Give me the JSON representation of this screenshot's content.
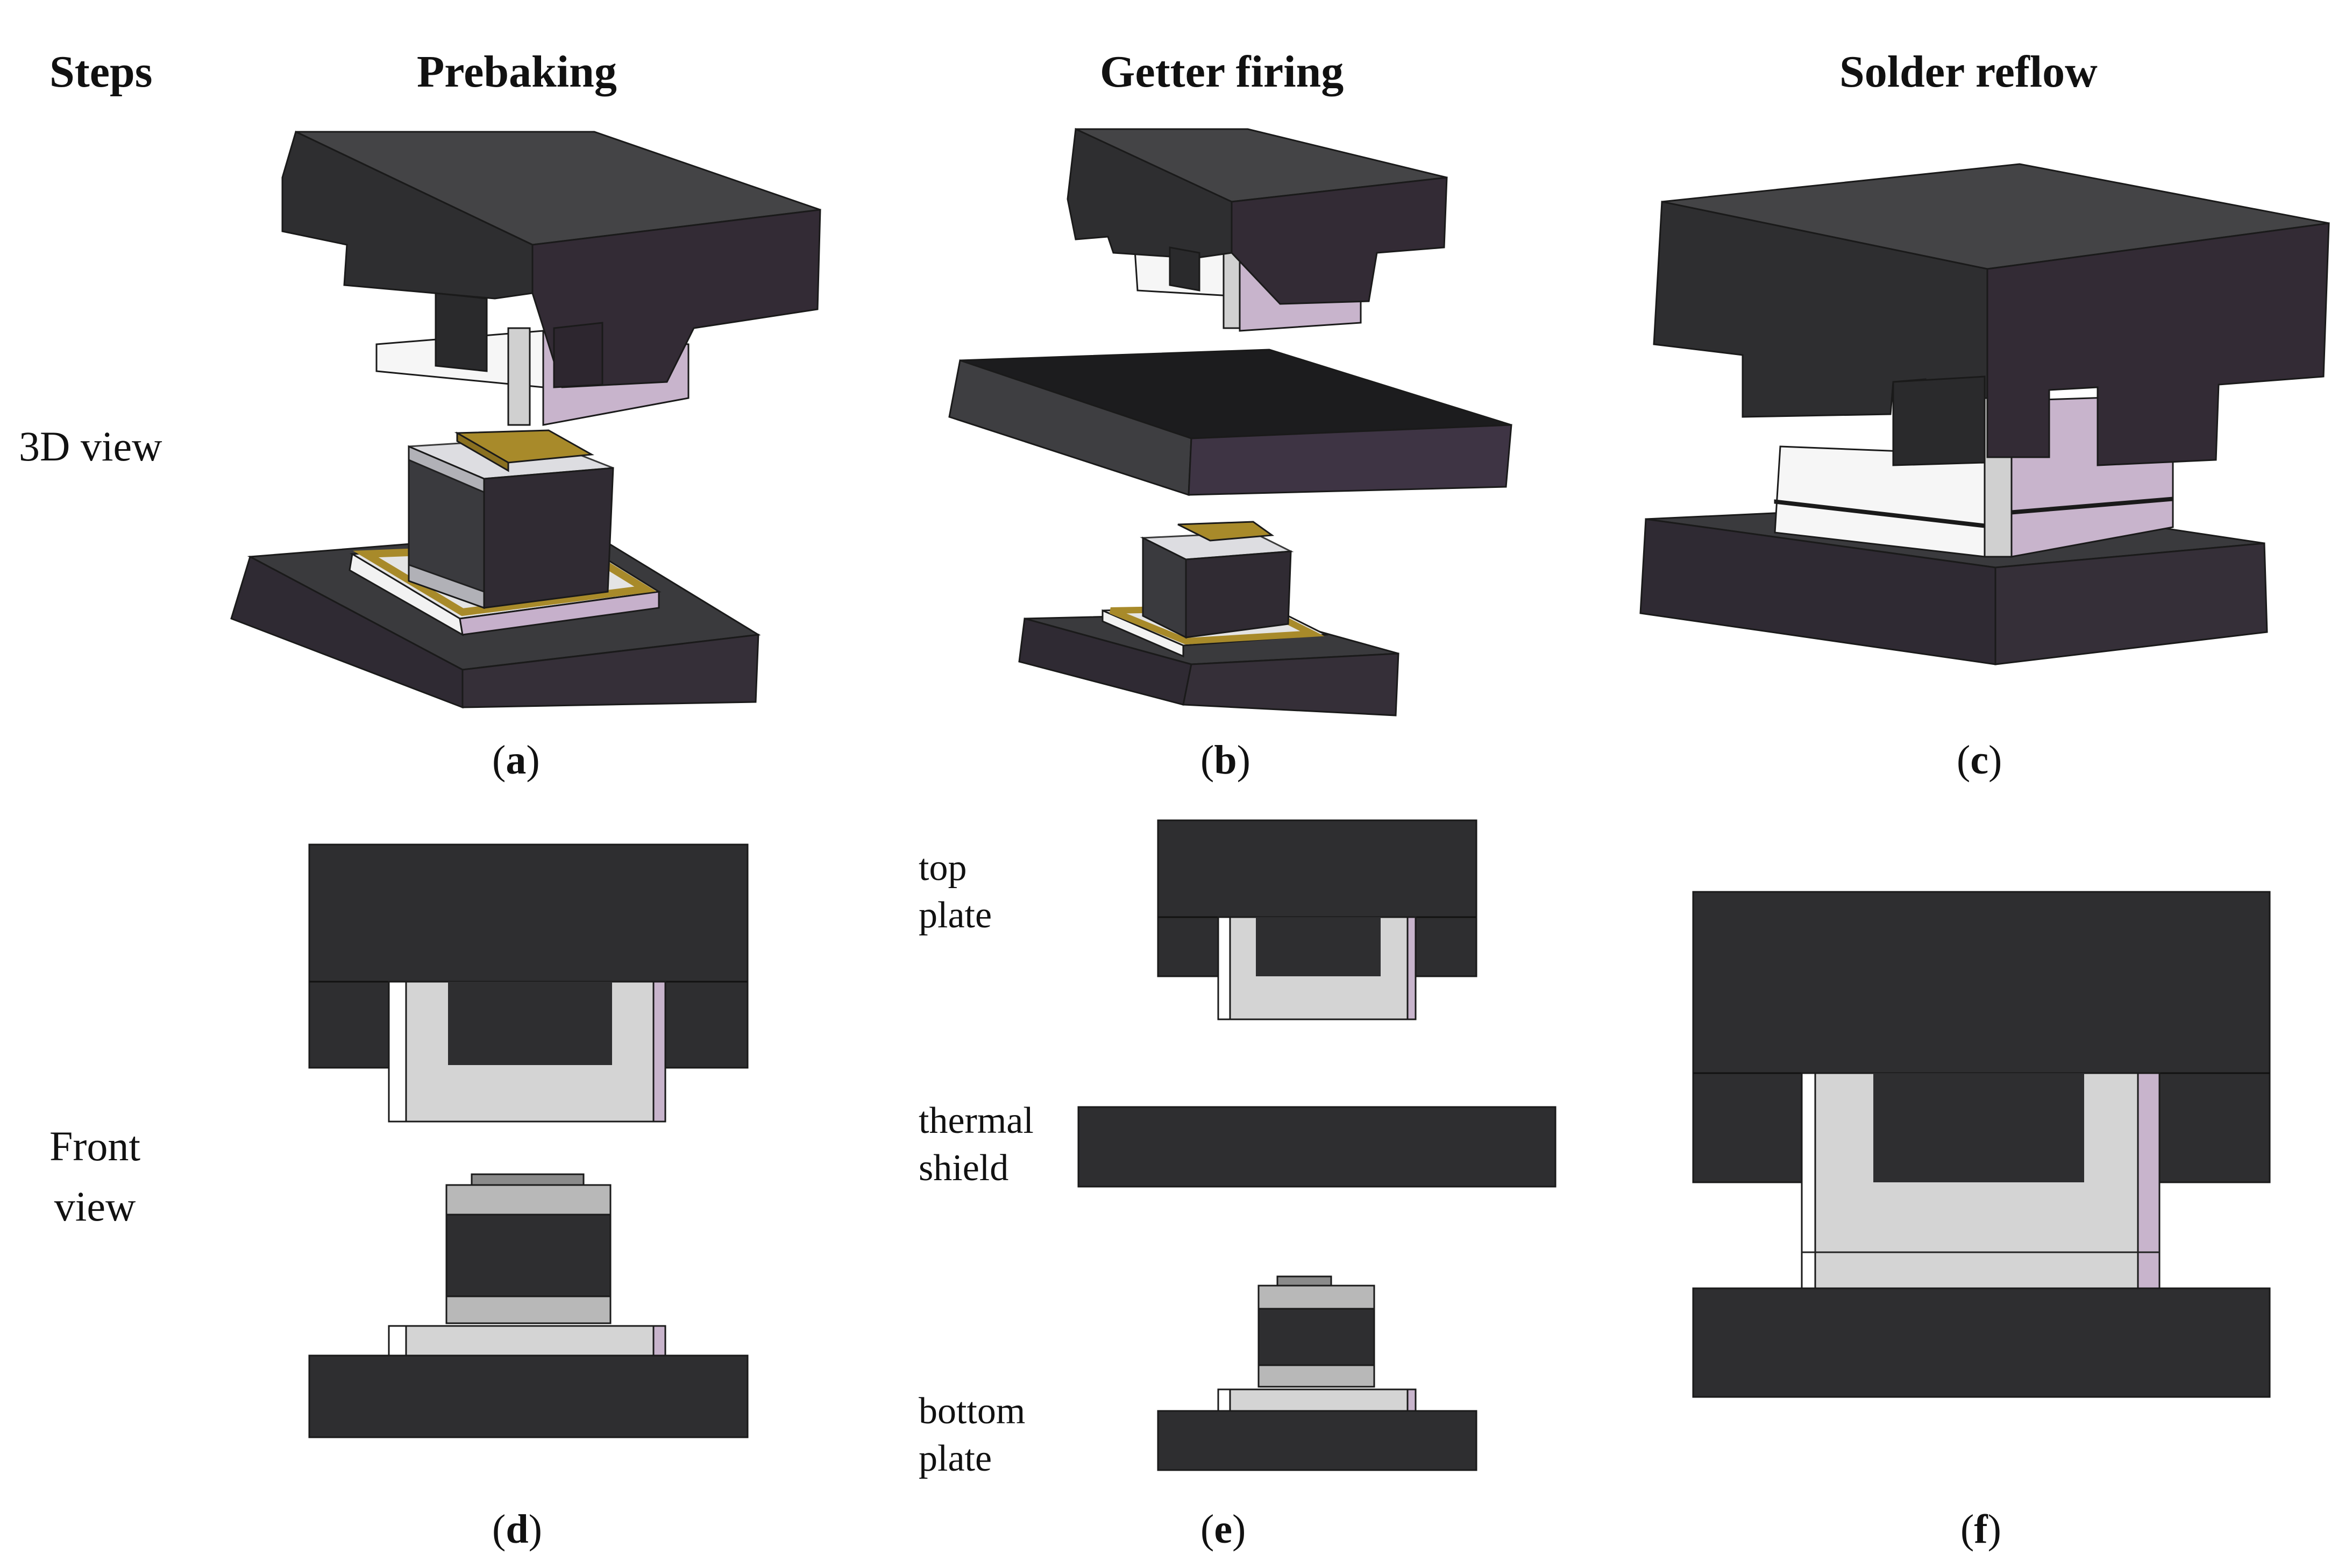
{
  "headers": {
    "steps": "Steps",
    "prebaking": "Prebaking",
    "getter_firing": "Getter firing",
    "solder_reflow": "Solder reflow"
  },
  "rows": {
    "view_3d": "3D view",
    "front_view": "Front\nview"
  },
  "side_labels": {
    "top_plate": "top\nplate",
    "thermal_shield": "thermal\nshield",
    "bottom_plate": "bottom\nplate"
  },
  "captions": [
    {
      "letter": "a"
    },
    {
      "letter": "b"
    },
    {
      "letter": "c"
    },
    {
      "letter": "d"
    },
    {
      "letter": "e"
    },
    {
      "letter": "f"
    }
  ],
  "colors": {
    "dark_block": "#2e2e30",
    "dark_face": "#3e3e41",
    "dark_side": "#37303a",
    "light_gray": "#d4d4d4",
    "lilac": "#c8b4cc",
    "gold": "#a88a2a",
    "gray_cap": "#8a8a8a"
  }
}
